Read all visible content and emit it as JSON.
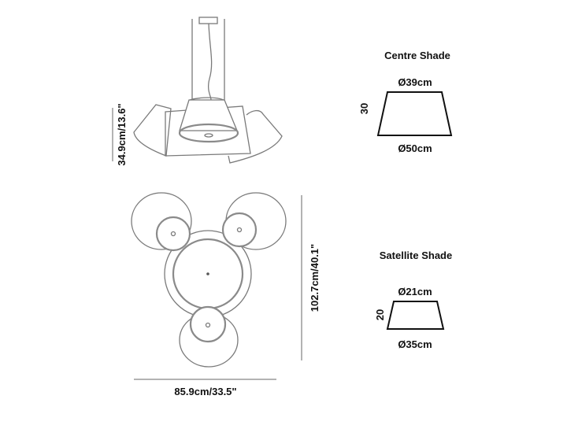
{
  "elevation": {
    "height_label": "34.9cm/13.6\""
  },
  "plan": {
    "depth_label": "102.7cm/40.1\"",
    "width_label": "85.9cm/33.5\""
  },
  "centre_shade": {
    "title": "Centre Shade",
    "top_diameter": "Ø39cm",
    "bottom_diameter": "Ø50cm",
    "height": "30"
  },
  "satellite_shade": {
    "title": "Satellite Shade",
    "top_diameter": "Ø21cm",
    "bottom_diameter": "Ø35cm",
    "height": "20"
  }
}
